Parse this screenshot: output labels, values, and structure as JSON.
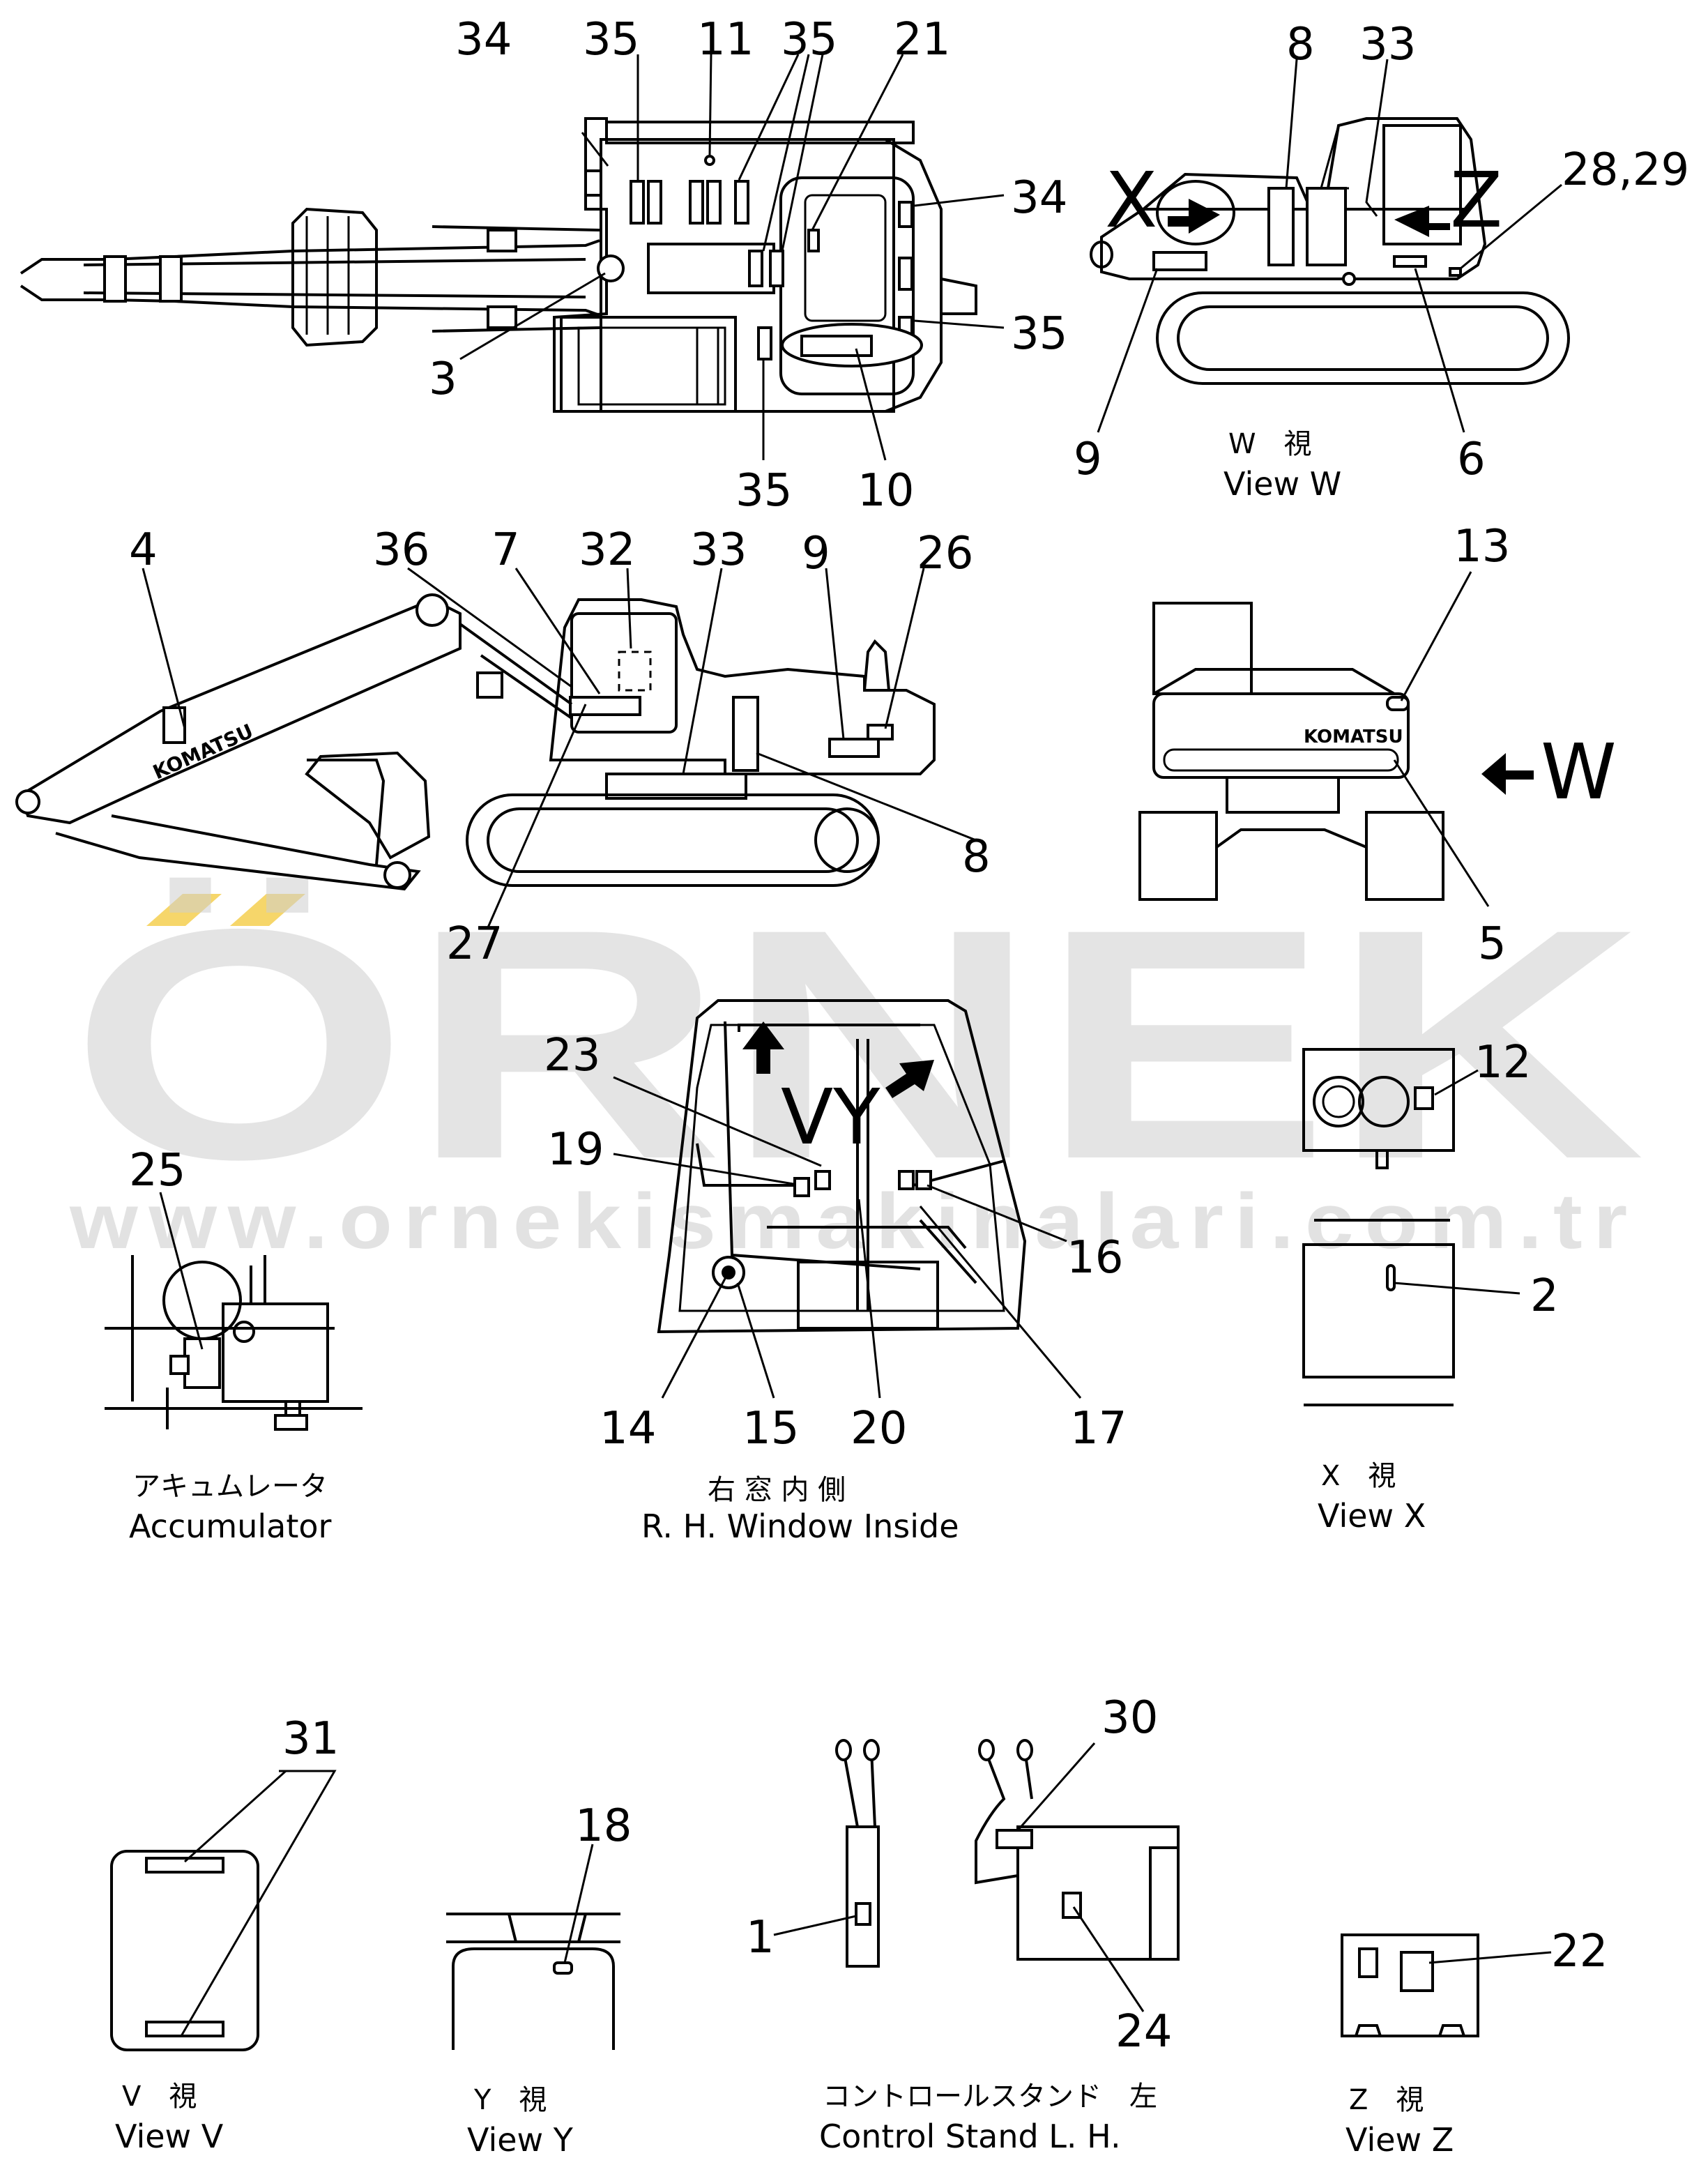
{
  "watermark": {
    "brand": "ÖRNEK",
    "url": "www.ornekismakinalari.com.tr",
    "accent_color": "#f6d66a"
  },
  "arrow_letters": {
    "x": "X",
    "z": "Z",
    "w": "W",
    "vy": "VY"
  },
  "machine_text": {
    "komatsu": "KOMATSU"
  },
  "callouts": {
    "top_view": [
      "34",
      "35",
      "11",
      "35",
      "21",
      "34",
      "35",
      "3",
      "35",
      "10"
    ],
    "view_w": [
      "8",
      "33",
      "28,29",
      "9",
      "6"
    ],
    "side_view": [
      "4",
      "36",
      "7",
      "32",
      "33",
      "9",
      "26",
      "8",
      "27"
    ],
    "rear_view": [
      "13",
      "5"
    ],
    "accumulator": [
      "25"
    ],
    "rh_window": [
      "23",
      "19",
      "16",
      "14",
      "15",
      "20",
      "17"
    ],
    "view_x": [
      "12",
      "2"
    ],
    "view_v": [
      "31"
    ],
    "view_y": [
      "18"
    ],
    "control_stand": [
      "30",
      "1",
      "24"
    ],
    "view_z": [
      "22"
    ]
  },
  "captions": {
    "view_w": {
      "jp": "W　視",
      "en": "View  W"
    },
    "accumulator": {
      "jp": "アキュムレータ",
      "en": "Accumulator"
    },
    "rh_window": {
      "jp": "右 窓 内 側",
      "en": "R. H.  Window  Inside"
    },
    "view_x": {
      "jp": "X　視",
      "en": "View  X"
    },
    "view_v": {
      "jp": "V　視",
      "en": "View  V"
    },
    "view_y": {
      "jp": "Y　視",
      "en": "View  Y"
    },
    "control_stand": {
      "jp": "コントロールスタンド　左",
      "en": "Control  Stand  L. H."
    },
    "view_z": {
      "jp": "Z　視",
      "en": "View  Z"
    }
  }
}
